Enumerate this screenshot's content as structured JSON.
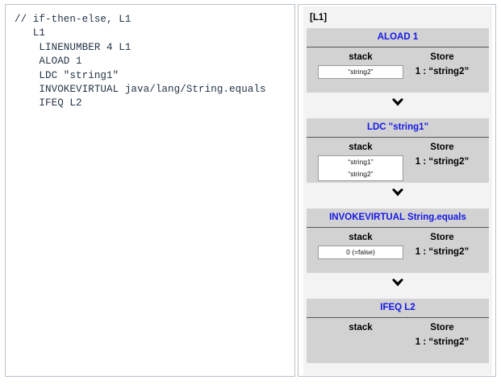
{
  "code_panel": {
    "language": "jvm-bytecode",
    "lines": [
      "// if-then-else, L1",
      "   L1",
      "    LINENUMBER 4 L1",
      "    ALOAD 1",
      "    LDC \"string1\"",
      "    INVOKEVIRTUAL java/lang/String.equals",
      "    IFEQ L2"
    ],
    "text": "// if-then-else, L1\n   L1\n    LINENUMBER 4 L1\n    ALOAD 1\n    LDC \"string1\"\n    INVOKEVIRTUAL java/lang/String.equals\n    IFEQ L2"
  },
  "trace_panel": {
    "label": "[L1]",
    "column_titles": {
      "stack": "stack",
      "store": "Store"
    },
    "arrow_glyph": "⌄",
    "arrow_icon_name": "chevron-down-icon",
    "colors": {
      "instruction": "#1417e8",
      "block_bg": "#d2d2d2",
      "panel_bg": "#f3f3f3",
      "text": "#000000"
    },
    "steps": [
      {
        "instruction": "ALOAD 1",
        "stack": [
          "“string2”"
        ],
        "store": [
          "1 : “string2”"
        ],
        "has_arrow_after": true
      },
      {
        "instruction": "LDC \"string1\"",
        "stack": [
          "“string1”",
          "“string2”"
        ],
        "store": [
          "1 : “string2”"
        ],
        "has_arrow_after": true
      },
      {
        "instruction": "INVOKEVIRTUAL String.equals",
        "stack": [
          "0 (=false)"
        ],
        "store": [
          "1 : “string2”"
        ],
        "has_arrow_after": true
      },
      {
        "instruction": "IFEQ L2",
        "stack": [],
        "store": [
          "1 : “string2”"
        ],
        "has_arrow_after": false
      }
    ]
  }
}
